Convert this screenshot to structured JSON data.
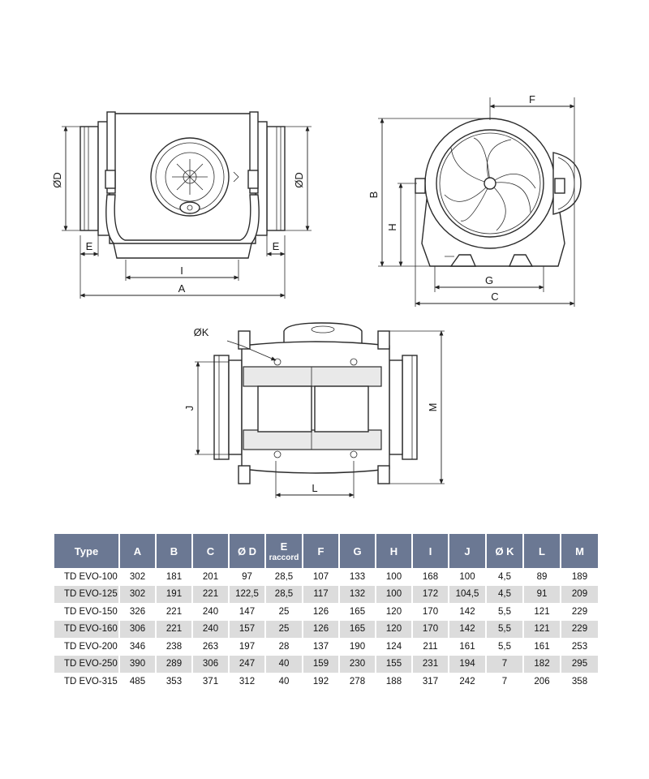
{
  "labels": {
    "A": "A",
    "B": "B",
    "C": "C",
    "D": "ØD",
    "E": "E",
    "F": "F",
    "G": "G",
    "H": "H",
    "I": "I",
    "J": "J",
    "K": "ØK",
    "L": "L",
    "M": "M"
  },
  "table": {
    "headers": [
      {
        "main": "Type",
        "sub": ""
      },
      {
        "main": "A",
        "sub": ""
      },
      {
        "main": "B",
        "sub": ""
      },
      {
        "main": "C",
        "sub": ""
      },
      {
        "main": "Ø D",
        "sub": ""
      },
      {
        "main": "E",
        "sub": "raccord"
      },
      {
        "main": "F",
        "sub": ""
      },
      {
        "main": "G",
        "sub": ""
      },
      {
        "main": "H",
        "sub": ""
      },
      {
        "main": "I",
        "sub": ""
      },
      {
        "main": "J",
        "sub": ""
      },
      {
        "main": "Ø K",
        "sub": ""
      },
      {
        "main": "L",
        "sub": ""
      },
      {
        "main": "M",
        "sub": ""
      }
    ],
    "rows": [
      [
        "TD EVO-100",
        "302",
        "181",
        "201",
        "97",
        "28,5",
        "107",
        "133",
        "100",
        "168",
        "100",
        "4,5",
        "89",
        "189"
      ],
      [
        "TD EVO-125",
        "302",
        "191",
        "221",
        "122,5",
        "28,5",
        "117",
        "132",
        "100",
        "172",
        "104,5",
        "4,5",
        "91",
        "209"
      ],
      [
        "TD EVO-150",
        "326",
        "221",
        "240",
        "147",
        "25",
        "126",
        "165",
        "120",
        "170",
        "142",
        "5,5",
        "121",
        "229"
      ],
      [
        "TD EVO-160",
        "306",
        "221",
        "240",
        "157",
        "25",
        "126",
        "165",
        "120",
        "170",
        "142",
        "5,5",
        "121",
        "229"
      ],
      [
        "TD EVO-200",
        "346",
        "238",
        "263",
        "197",
        "28",
        "137",
        "190",
        "124",
        "211",
        "161",
        "5,5",
        "161",
        "253"
      ],
      [
        "TD EVO-250",
        "390",
        "289",
        "306",
        "247",
        "40",
        "159",
        "230",
        "155",
        "231",
        "194",
        "7",
        "182",
        "295"
      ],
      [
        "TD EVO-315",
        "485",
        "353",
        "371",
        "312",
        "40",
        "192",
        "278",
        "188",
        "317",
        "242",
        "7",
        "206",
        "358"
      ]
    ]
  }
}
